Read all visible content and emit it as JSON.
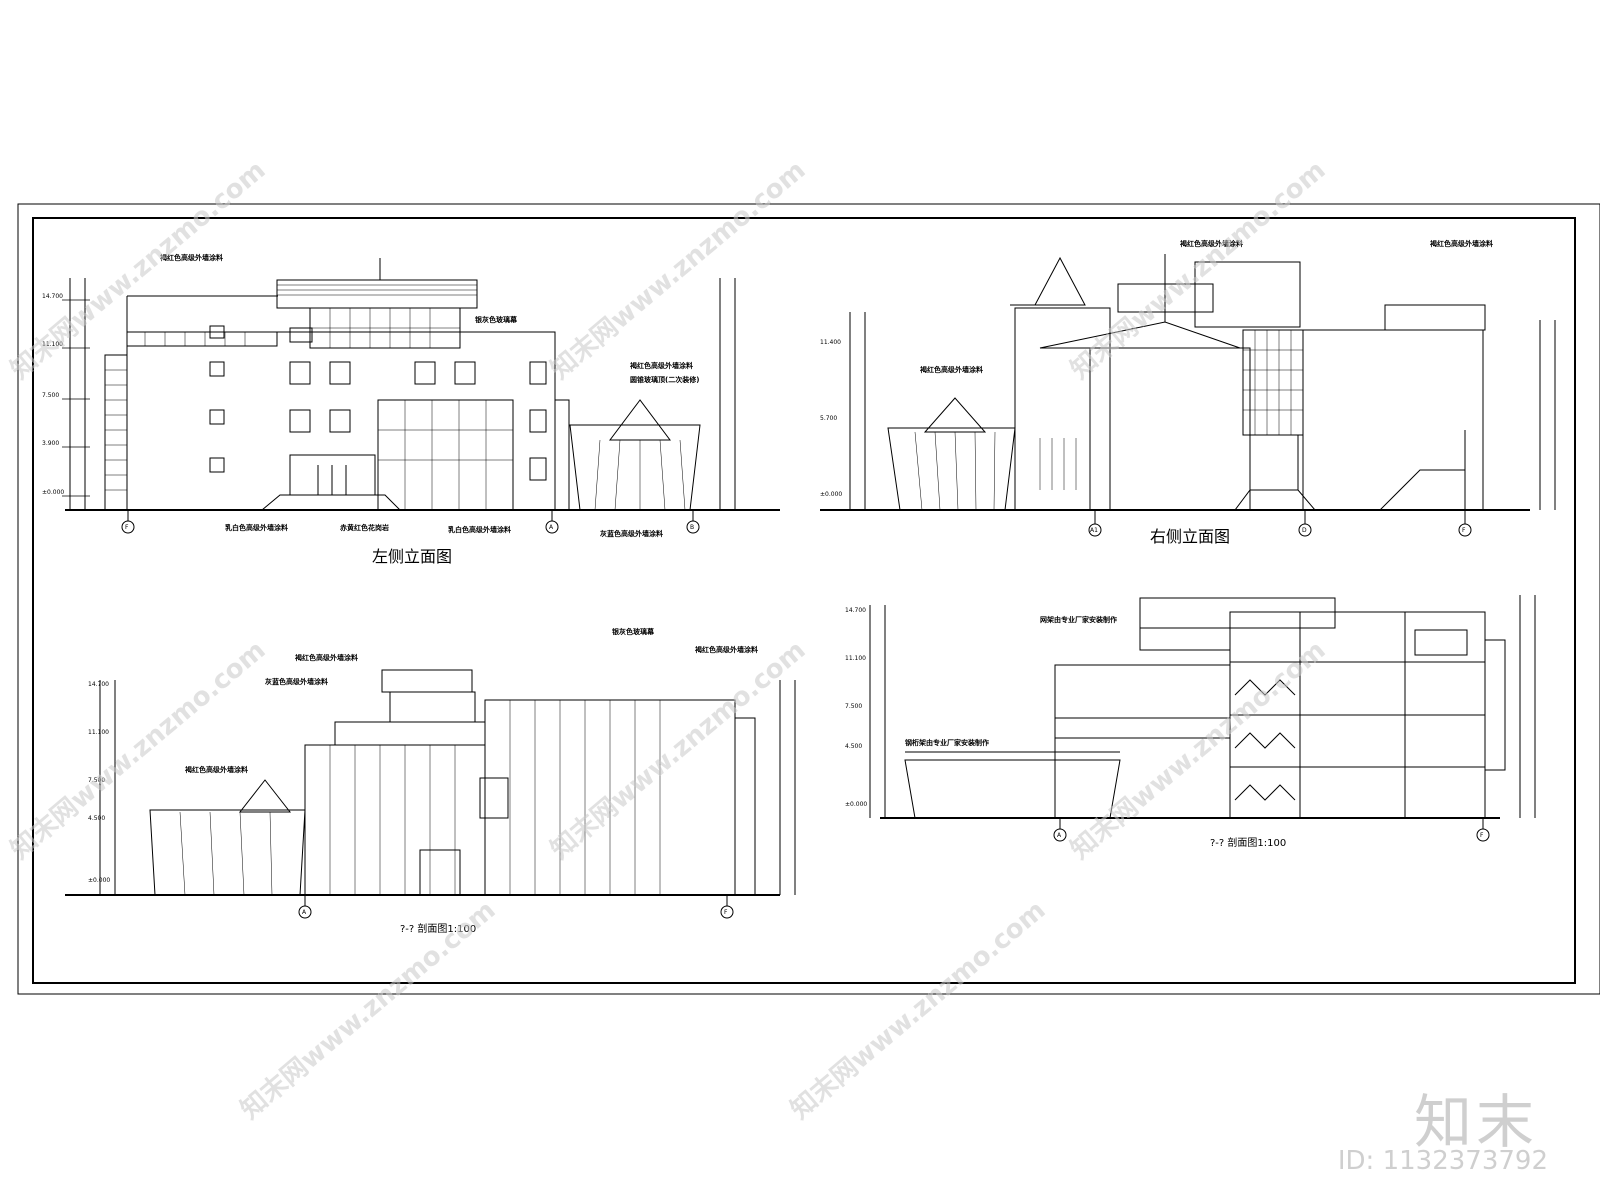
{
  "drawings": {
    "left_elevation": {
      "title": "左侧立面图",
      "notes": [
        "褐红色高级外墙涂料",
        "银灰色玻璃幕",
        "褐红色高级外墙涂料",
        "圆锥玻璃顶(二次装修)",
        "乳白色高级外墙涂料",
        "赤黄红色花岗岩",
        "乳白色高级外墙涂料",
        "灰蓝色高级外墙涂料"
      ],
      "levels": [
        "14.700",
        "11.100",
        "7.500",
        "3.900",
        "±0.000"
      ],
      "axes": [
        "F",
        "A",
        "B"
      ]
    },
    "right_elevation": {
      "title": "右侧立面图",
      "notes": [
        "褐红色高级外墙涂料",
        "褐红色高级外墙涂料",
        "褐红色高级外墙涂料"
      ],
      "levels": [
        "11.400",
        "5.700",
        "±0.000"
      ],
      "axes": [
        "A1",
        "D",
        "F"
      ]
    },
    "section_a": {
      "title": "?-? 剖面图1:100",
      "notes": [
        "褐红色高级外墙涂料",
        "银灰色玻璃幕",
        "灰蓝色高级外墙涂料",
        "褐红色高级外墙涂料",
        "褐红色高级外墙涂料"
      ],
      "levels": [
        "14.700",
        "11.100",
        "7.500",
        "4.500",
        "±0.000"
      ],
      "axes": [
        "A",
        "F"
      ]
    },
    "section_b": {
      "title": "?-? 剖面图1:100",
      "notes": [
        "网架由专业厂家安装制作",
        "钢桁架由专业厂家安装制作"
      ],
      "levels": [
        "14.700",
        "11.100",
        "7.500",
        "4.500",
        "±0.000"
      ],
      "axes": [
        "A",
        "F"
      ]
    }
  },
  "watermark": {
    "text": "知末网www.znzmo.com",
    "brand": "知末",
    "id_label": "ID: 1132373792"
  }
}
